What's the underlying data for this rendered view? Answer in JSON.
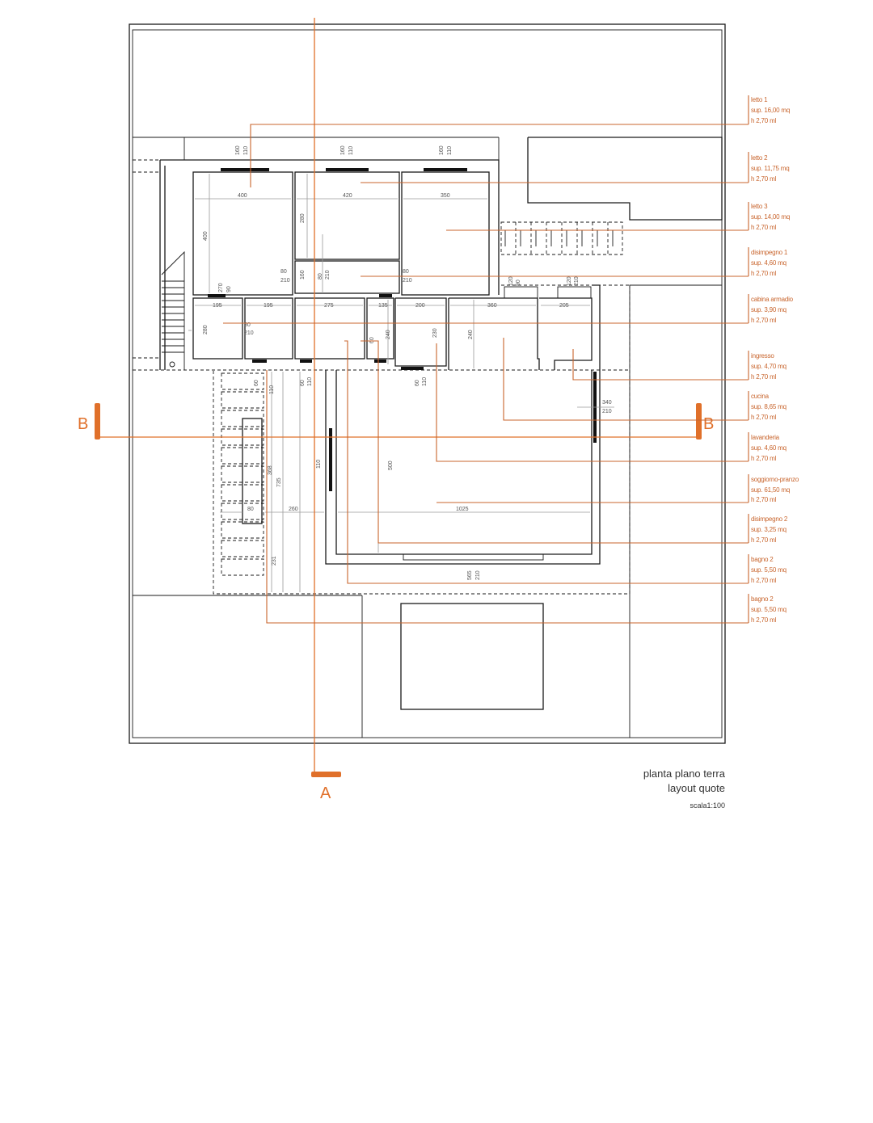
{
  "colors": {
    "accent": "#e0702a",
    "leader": "#c8642c",
    "line": "#1a1a1a",
    "dim": "#9a9a9a"
  },
  "title": {
    "line1": "planta plano terra",
    "line2": "layout quote",
    "scale": "scala1:100"
  },
  "section_markers": {
    "a": "A",
    "b_left": "B",
    "b_right": "B"
  },
  "rooms": [
    {
      "name": "letto 1",
      "area": "sup. 16,00 mq",
      "height": "h 2,70 ml"
    },
    {
      "name": "letto 2",
      "area": "sup. 11,75 mq",
      "height": "h 2,70 ml"
    },
    {
      "name": "letto 3",
      "area": "sup. 14,00 mq",
      "height": "h 2,70 ml"
    },
    {
      "name": "disimpegno 1",
      "area": "sup. 4,60 mq",
      "height": "h 2,70 ml"
    },
    {
      "name": "cabina armadio",
      "area": "sup. 3,90 mq",
      "height": "h 2,70 ml"
    },
    {
      "name": "ingresso",
      "area": "sup. 4,70 mq",
      "height": "h 2,70 ml"
    },
    {
      "name": "cucina",
      "area": "sup. 8,65 mq",
      "height": "h 2,70 ml"
    },
    {
      "name": "lavanderia",
      "area": "sup. 4,60 mq",
      "height": "h 2,70 ml"
    },
    {
      "name": "soggiorno-pranzo",
      "area": "sup. 61,50 mq",
      "height": "h 2,70 ml"
    },
    {
      "name": "disimpegno 2",
      "area": "sup. 3,25 mq",
      "height": "h 2,70 ml"
    },
    {
      "name": "bagno 2",
      "area": "sup. 5,50 mq",
      "height": "h 2,70 ml"
    },
    {
      "name": "bagno 2",
      "area": "sup. 5,50 mq",
      "height": "h 2,70 ml"
    }
  ],
  "dimensions": {
    "d400": "400",
    "d420": "420",
    "d350": "350",
    "d195a": "195",
    "d195b": "195",
    "d275": "275",
    "d135": "135",
    "d200": "200",
    "d360": "360",
    "d205": "205",
    "d1025": "1025",
    "d80": "80",
    "d260": "260",
    "v400": "400",
    "v280": "280",
    "v280b": "280",
    "v240": "240",
    "v240b": "240",
    "v230": "230",
    "v500": "500",
    "v368": "368",
    "v735": "735",
    "v231": "231",
    "v90": "90",
    "v160": "160",
    "w160a": "160",
    "w110a": "110",
    "w160b": "160",
    "w110b": "110",
    "w160c": "160",
    "w110c": "110",
    "d80a": "80",
    "d210a": "210",
    "d80b": "80",
    "d210b": "210",
    "d80c": "80",
    "d210c": "210",
    "d60": "60",
    "d110": "110",
    "d60b": "60",
    "d110b": "110",
    "d60c": "60",
    "d110c": "110",
    "d340": "340",
    "d210d": "210",
    "d270": "270",
    "d210e": "210",
    "d565": "565",
    "d210f": "210",
    "d120": "120",
    "d90": "90",
    "d120b": "120",
    "d210g": "210",
    "d60d": "60",
    "d80d": "80"
  }
}
